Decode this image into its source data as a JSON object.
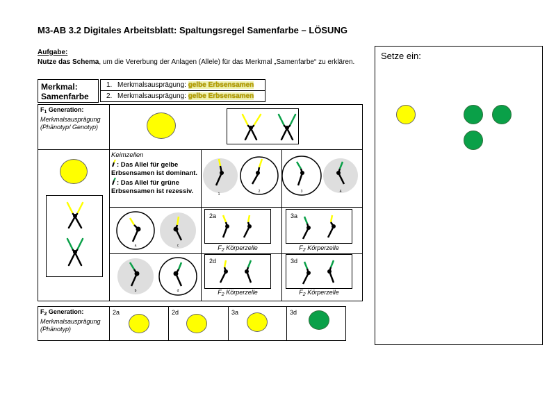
{
  "title": "M3-AB 3.2 Digitales Arbeitsblatt: Spaltungsregel Samenfarbe – LÖSUNG",
  "task": {
    "label": "Aufgabe:",
    "bold_part": "Nutze das Schema",
    "rest": ", um die Vererbung der Anlagen (Allele) für das Merkmal „Samenfarbe“ zu erklären."
  },
  "merkmal": {
    "line1": "Merkmal:",
    "line2": "Samenfarbe",
    "rows": [
      {
        "num": "1.",
        "text": "Merkmalsausprägung: ",
        "value": "gelbe Erbsensamen"
      },
      {
        "num": "2.",
        "text": "Merkmalsausprägung: ",
        "value": "gelbe Erbsensamen"
      }
    ]
  },
  "f1": {
    "title_prefix": "F",
    "title_sub": "1",
    "title_suffix": " Generation:",
    "line2": "Merkmalsausprägung",
    "line3": "(Phänotyp/ Genotyp)"
  },
  "keimzellen": {
    "label": "Keimzellen",
    "text1": ": Das Allel für gelbe Erbsensamen ist dominant.",
    "text2": ": Das Allel für grüne Erbsensamen ist rezessiv."
  },
  "gamete_labels": [
    "1",
    "2",
    "3",
    "4"
  ],
  "gamete_labels2": [
    "a",
    "c",
    "b",
    "d"
  ],
  "cells": [
    {
      "id": "2a",
      "caption_prefix": "F",
      "caption_sub": "2",
      "caption_suffix": " Körperzelle"
    },
    {
      "id": "3a",
      "caption_prefix": "F",
      "caption_sub": "2",
      "caption_suffix": " Körperzelle"
    },
    {
      "id": "2d",
      "caption_prefix": "F",
      "caption_sub": "2",
      "caption_suffix": " Körperzelle"
    },
    {
      "id": "3d",
      "caption_prefix": "F",
      "caption_sub": "2",
      "caption_suffix": " Körperzelle"
    }
  ],
  "f2": {
    "title_prefix": "F",
    "title_sub": "2",
    "title_suffix": " Generation:",
    "line2": "Merkmalsausprägung",
    "line3": "(Phänotyp)",
    "cols": [
      {
        "label": "2a",
        "color": "yellow"
      },
      {
        "label": "2d",
        "color": "yellow"
      },
      {
        "label": "3a",
        "color": "yellow"
      },
      {
        "label": "3d",
        "color": "green"
      }
    ]
  },
  "side": {
    "title": "Setze ein:"
  },
  "colors": {
    "yellow": "#ffff00",
    "green": "#0aa048",
    "gamete_bg": "#dedede",
    "highlight": "#f1f3b0"
  }
}
